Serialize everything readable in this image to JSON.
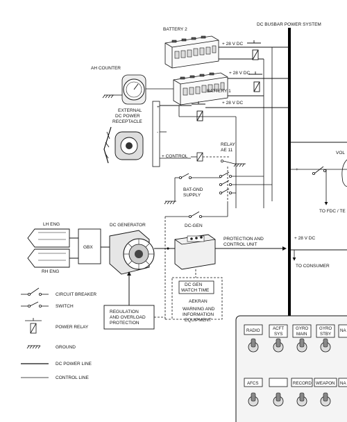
{
  "labels": {
    "battery2": "BATTERY 2",
    "battery1": "BATTERY 1",
    "ah_counter": "AH COUNTER",
    "busbar": "DC BUSBAR POWER SYSTEM",
    "v28_a": "+ 28 V DC",
    "v28_b": "+ 28 V DC",
    "v28_c": "+ 28 V DC",
    "v28_d": "+ 28 V DC",
    "ext_line1": "EXTERNAL",
    "ext_line2": "DC POWER",
    "ext_line3": "RECEPTACLE",
    "control": "+ CONTROL",
    "relay_line1": "RELAY",
    "relay_line2": "AE 11",
    "batgnd_line1": "BAT-GND",
    "batgnd_line2": "SUPPLY",
    "dc_generator": "DC GENERATOR",
    "lh_eng": "LH ENG",
    "rh_eng": "RH ENG",
    "gbx": "GBX",
    "dc_gen": "DC-GEN",
    "pcu_line1": "PROTECTION AND",
    "pcu_line2": "CONTROL UNIT",
    "to_consumer": "TO CONSUMER",
    "to_fdc": "TO FDC / TE",
    "vol": "VOL",
    "watch_line1": "DC GEN",
    "watch_line2": "WATCH TIME",
    "aekran": "AEKRAN",
    "warn_line1": "WARNING AND",
    "warn_line2": "INFORMATION",
    "warn_line3": "EQUIPMENT",
    "reg_line1": "REGULATION",
    "reg_line2": "AND OVERLOAD",
    "reg_line3": "PROTECTION"
  },
  "legend": [
    {
      "label": "CIRCUIT BREAKER",
      "icon": "circuit-breaker-icon"
    },
    {
      "label": "SWITCH",
      "icon": "switch-icon"
    },
    {
      "label": "POWER RELAY",
      "icon": "power-relay-icon"
    },
    {
      "label": "GROUND",
      "icon": "ground-icon"
    },
    {
      "label": "DC POWER LINE",
      "icon": "dc-power-line-icon"
    },
    {
      "label": "CONTROL LINE",
      "icon": "control-line-icon"
    }
  ],
  "panel_switches": {
    "row1": [
      "RADIO",
      "ACFT\nSYS",
      "GYRO\nMAIN",
      "GYRO\nSTBY",
      "NA"
    ],
    "row2": [
      "AFCS",
      "",
      "RECORD",
      "WEAPON",
      "NA"
    ]
  },
  "colors": {
    "line": "#111111",
    "panel_bg": "#f4f4f4",
    "accent": "#000000"
  }
}
